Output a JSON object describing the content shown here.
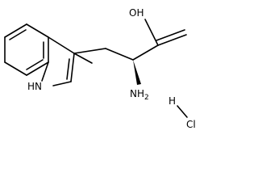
{
  "structure": {
    "atoms": {
      "hydroxyl": "OH",
      "amine": "NH2",
      "pyrrole_nh": "HN",
      "hcl_h": "H",
      "hcl_cl": "Cl"
    }
  }
}
